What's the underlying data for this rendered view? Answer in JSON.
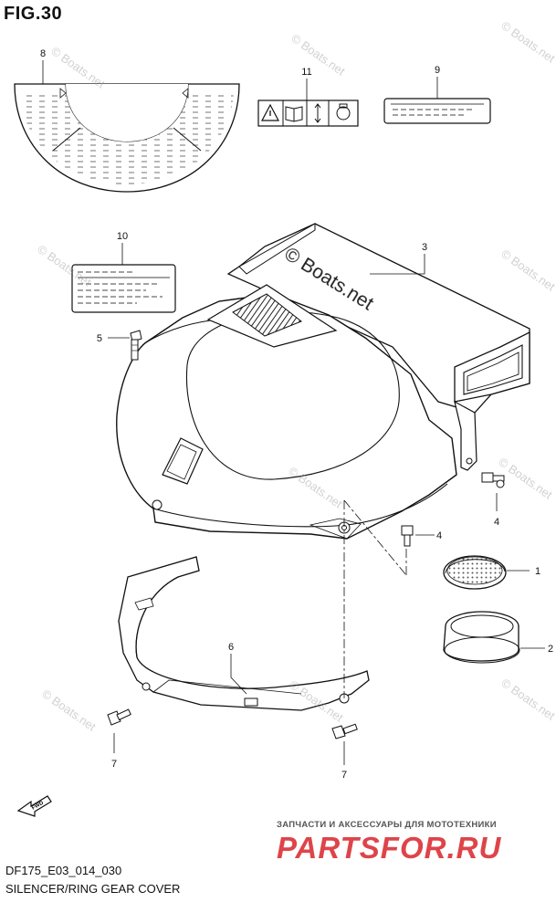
{
  "figure": {
    "title": "FIG.30",
    "code": "DF175_E03_014_030",
    "name": "SILENCER/RING GEAR COVER"
  },
  "callouts": [
    "8",
    "11",
    "9",
    "10",
    "3",
    "5",
    "4",
    "4",
    "1",
    "2",
    "6",
    "7",
    "7"
  ],
  "watermark": {
    "text": "© Boats.net",
    "large_text": "© Boats.net"
  },
  "fwd_label": "FWD",
  "warning_label_icons": [
    "warning-triangle-icon",
    "manual-book-icon",
    "vertical-arrows-icon",
    "engine-icon"
  ],
  "brand": {
    "tagline": "ЗАПЧАСТИ И АКСЕССУАРЫ ДЛЯ МОТОТЕХНИКИ",
    "logo_text": "PARTSFOR.RU",
    "logo_color": "#d9242a"
  }
}
